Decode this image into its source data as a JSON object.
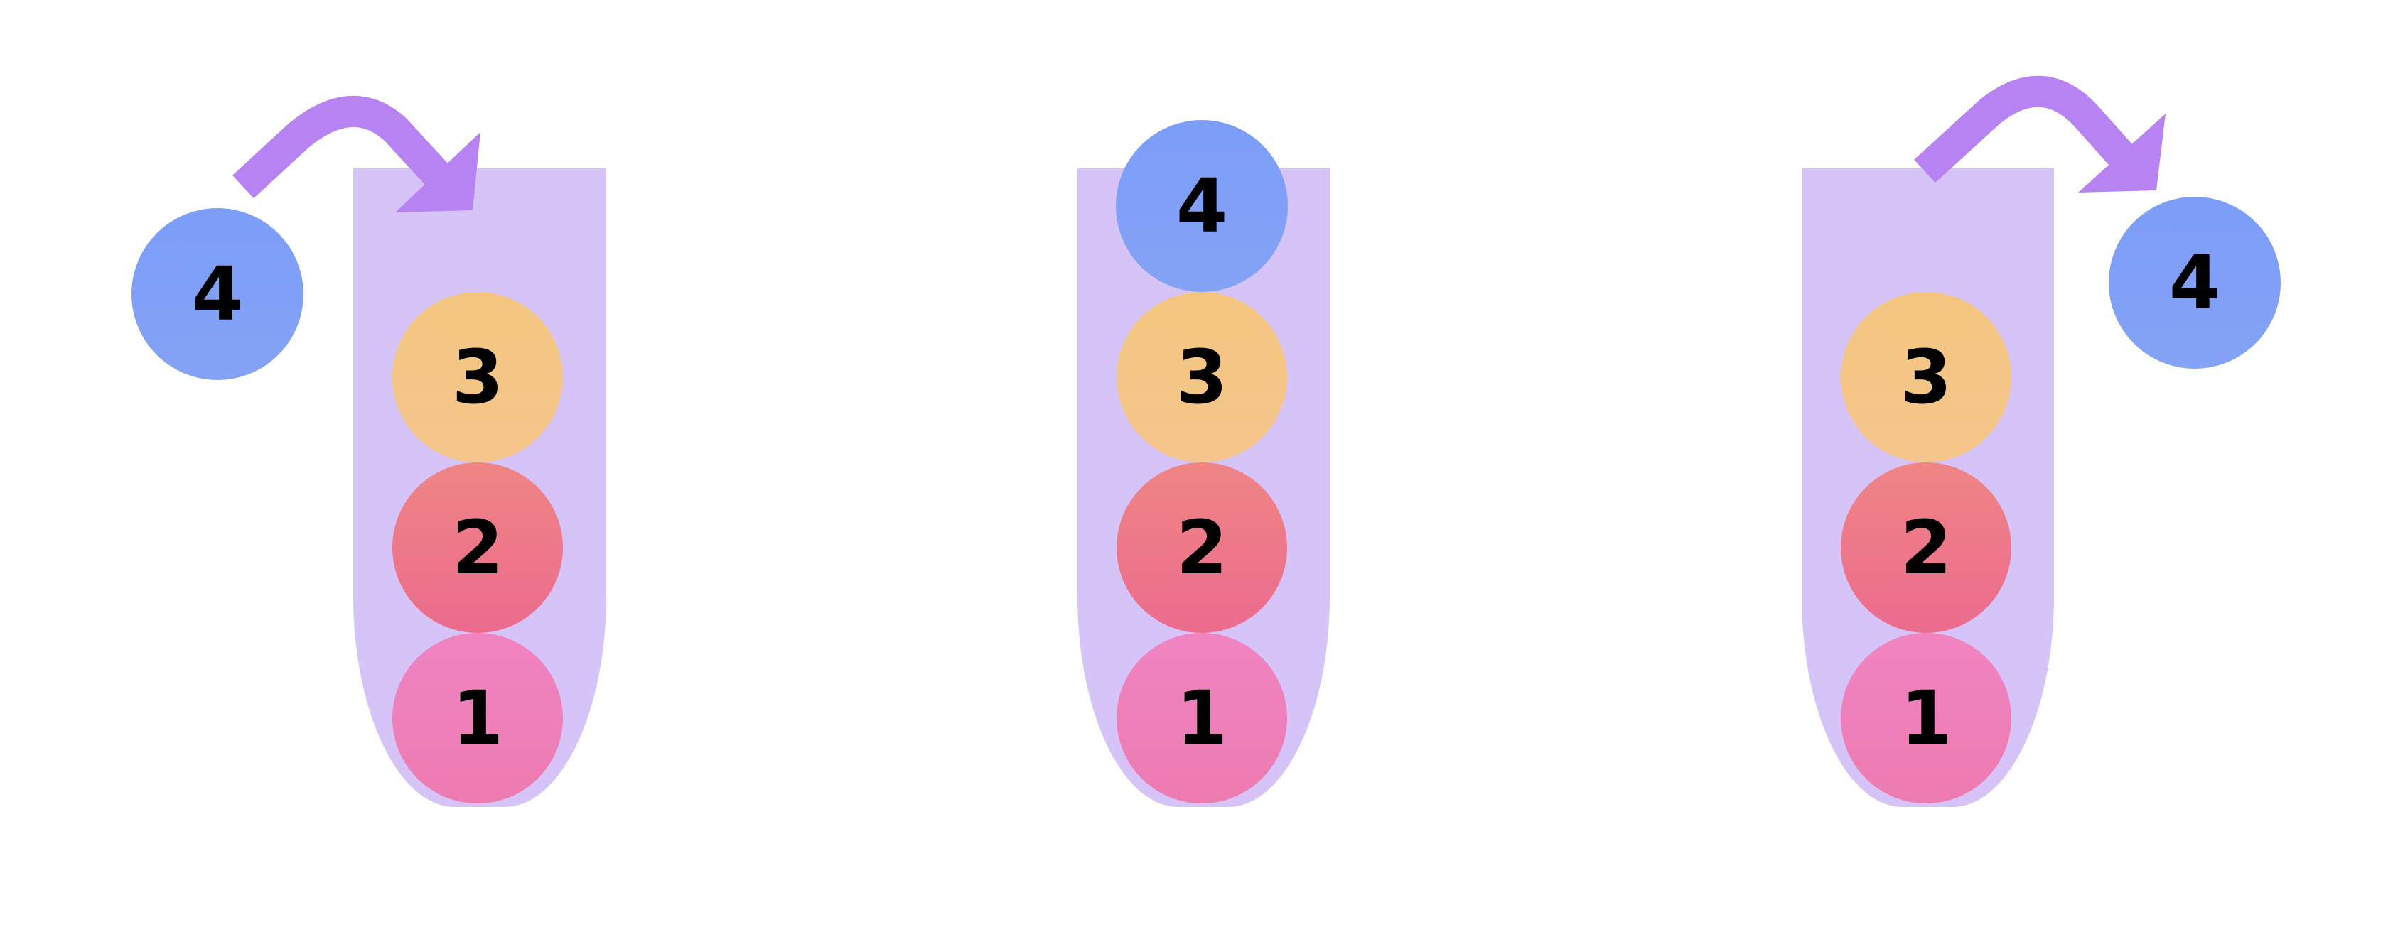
{
  "colors": {
    "background": "#ffffff",
    "tube": "#d6c4f8",
    "arrow": "#b783f3",
    "ball_1": "#ee7fb8",
    "ball_2": "#ee7386",
    "ball_3": "#f4c584",
    "ball_4": "#80a0f7"
  },
  "balls": {
    "one": "1",
    "two": "2",
    "three": "3",
    "four": "4"
  },
  "panels": [
    {
      "id": "push",
      "state": "ball entering tube",
      "arrow": "arrow-down-right-icon"
    },
    {
      "id": "stack",
      "state": "ball on top of tube",
      "arrow": null
    },
    {
      "id": "pop",
      "state": "ball leaving tube",
      "arrow": "arrow-up-right-icon"
    }
  ]
}
